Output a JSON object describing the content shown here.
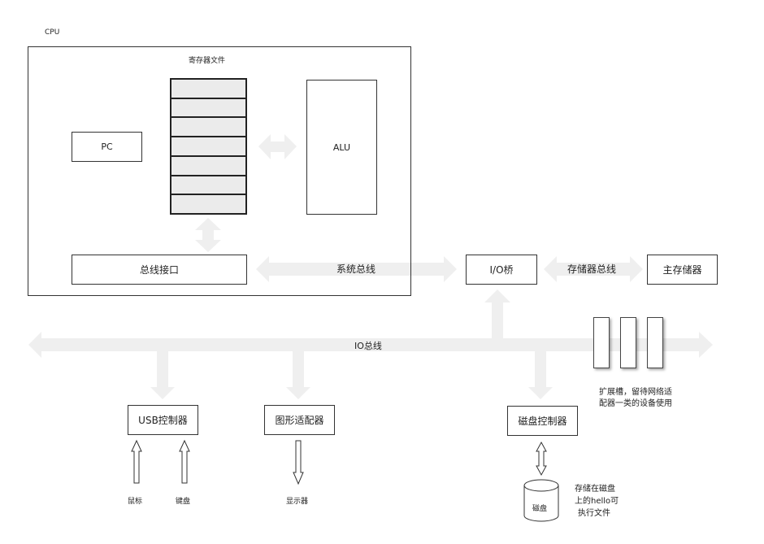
{
  "cpu": {
    "label": "CPU",
    "register_file_label": "寄存器文件",
    "register_rows": 7,
    "pc_label": "PC",
    "alu_label": "ALU",
    "bus_interface_label": "总线接口"
  },
  "buses": {
    "system_bus": "系统总线",
    "memory_bus": "存储器总线",
    "io_bus": "IO总线"
  },
  "io_bridge": {
    "label": "I/O桥"
  },
  "main_memory": {
    "label": "主存储器"
  },
  "expansion": {
    "slot_count": 3,
    "note_line1": "扩展槽，留待网络适",
    "note_line2": "配器一类的设备使用"
  },
  "controllers": {
    "usb": "USB控制器",
    "graphics": "图形适配器",
    "disk": "磁盘控制器"
  },
  "devices": {
    "mouse": "鼠标",
    "keyboard": "键盘",
    "display": "显示器",
    "disk": "磁盘"
  },
  "disk_note": {
    "line1": "存储在磁盘",
    "line2": "上的hello可",
    "line3": "执行文件"
  },
  "colors": {
    "bus_arrow": "#eeeeee",
    "register_fill": "#ebebeb",
    "border": "#333333"
  }
}
